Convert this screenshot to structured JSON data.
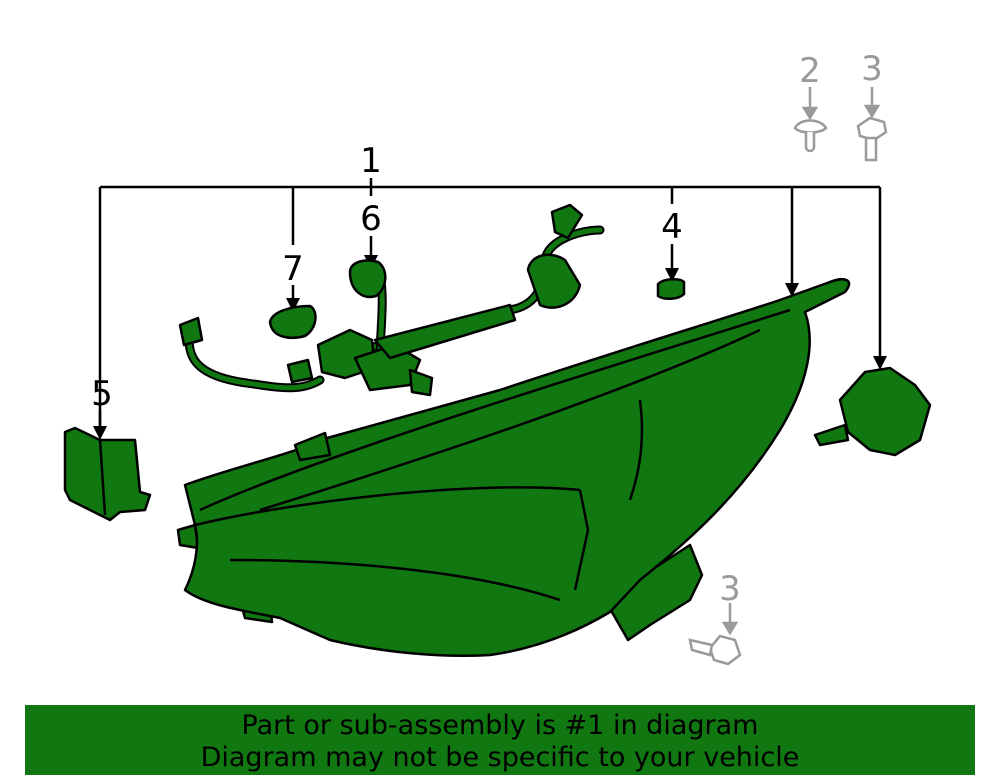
{
  "callouts": {
    "c1": "1",
    "c2": "2",
    "c3a": "3",
    "c3b": "3",
    "c4": "4",
    "c5": "5",
    "c6": "6",
    "c7": "7"
  },
  "banner": {
    "line1": "Part or sub-assembly is #1 in diagram",
    "line2": "Diagram may not be specific to your vehicle"
  },
  "colors": {
    "part_fill": "#117711",
    "banner_bg": "#117711",
    "outline": "#000000",
    "secondary": "#9a9a9a"
  }
}
